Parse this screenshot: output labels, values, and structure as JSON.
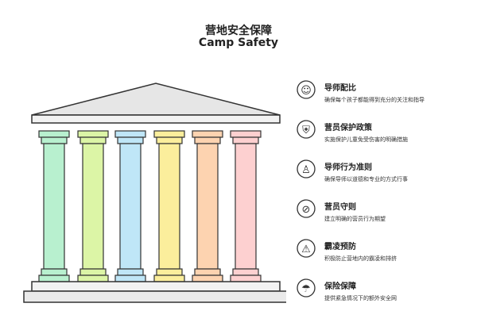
{
  "title": "营地安全保障",
  "subtitle": "Camp Safety",
  "colors": {
    "columns": [
      "#b8f0cf",
      "#dcf5a6",
      "#bfe6f7",
      "#fbee9c",
      "#fdd3b0",
      "#fdd0d0"
    ],
    "roof": "#e6e6e6",
    "stroke": "#333333"
  },
  "items": [
    {
      "icon": "mentors-group-icon",
      "title": "导师配比",
      "desc": "确保每个孩子都能得到充分的关注和指导"
    },
    {
      "icon": "shield-person-icon",
      "title": "营员保护政策",
      "desc": "实施保护儿童免受伤害的明确措施"
    },
    {
      "icon": "person-conduct-icon",
      "title": "导师行为准则",
      "desc": "确保导师以道德和专业的方式行事"
    },
    {
      "icon": "no-violation-icon",
      "title": "营员守则",
      "desc": "建立明确的营员行为期望"
    },
    {
      "icon": "anti-bullying-sign-icon",
      "title": "霸凌预防",
      "desc": "积极防止营地内的霸凌和排挤"
    },
    {
      "icon": "safety-net-icon",
      "title": "保险保障",
      "desc": "提供紧急情况下的额外安全网"
    }
  ]
}
